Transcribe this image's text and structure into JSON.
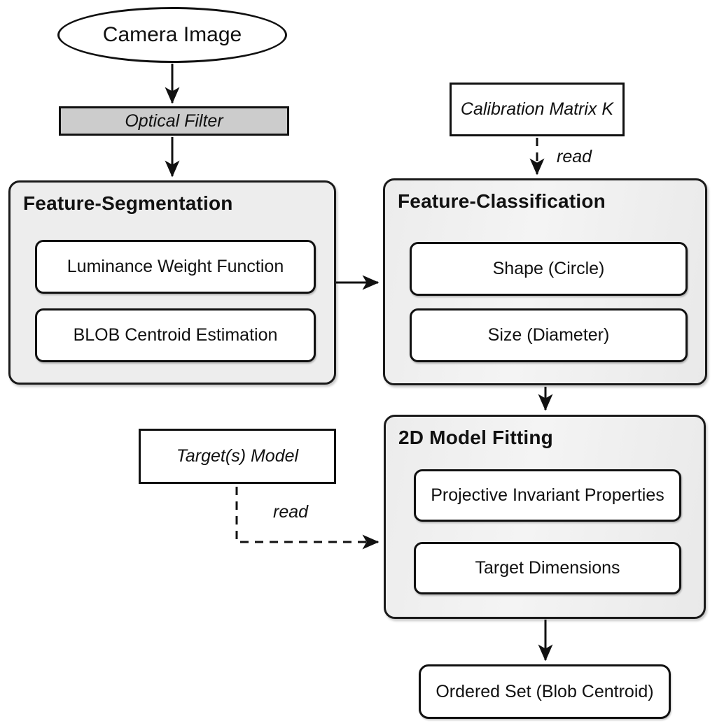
{
  "nodes": {
    "camera_image": {
      "label": "Camera Image"
    },
    "optical_filter": {
      "label": "Optical Filter"
    },
    "calibration_matrix": {
      "label": "Calibration Matrix K"
    },
    "targets_model": {
      "label": "Target(s) Model"
    },
    "ordered_set": {
      "label": "Ordered Set (Blob Centroid)"
    }
  },
  "groups": {
    "feature_segmentation": {
      "title": "Feature-Segmentation",
      "items": [
        "Luminance Weight Function",
        "BLOB Centroid Estimation"
      ]
    },
    "feature_classification": {
      "title": "Feature-Classification",
      "items": [
        "Shape (Circle)",
        "Size (Diameter)"
      ]
    },
    "model_fitting": {
      "title": "2D Model Fitting",
      "items": [
        "Projective Invariant Properties",
        "Target Dimensions"
      ]
    }
  },
  "edge_labels": {
    "calibration_read": "read",
    "target_model_read": "read"
  },
  "colors": {
    "background": "#ffffff",
    "border": "#111111",
    "group_fill": "#ededed",
    "optical_filter_fill": "#cccccc",
    "node_fill": "#ffffff"
  }
}
